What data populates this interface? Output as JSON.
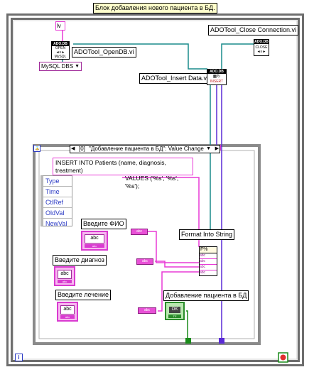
{
  "title": "Блок добавления нового пациента в БД.",
  "nodes": {
    "string_const": "lv",
    "open_label": "ADOTool_OpenDB.vi",
    "close_label": "ADOTool_Close Connection.vi",
    "insert_label": "ADOTool_Insert Data.vi",
    "format_label": "Format Into String"
  },
  "icons": {
    "ado_header": "ADO.DB",
    "open_text": "OPEN",
    "mysql_text": "MySQL",
    "close_text": "CLOSE",
    "insert_text": "INSERT",
    "ok_text": "OK",
    "tf_text": "TF",
    "abc_text": "abc",
    "str_tag": "abc",
    "local_tag": "abc"
  },
  "ring": {
    "selected": "MySQL DBS",
    "arrow": "▼"
  },
  "event_structure": {
    "case_index": "[0]",
    "case_label": "\"Добавление пациента в БД\": Value Change",
    "left_arrow": "◀",
    "right_arrow": "▶",
    "hourglass": "⌛"
  },
  "sql": {
    "line1": "INSERT INTO Patients (name, diagnosis, treatment)",
    "line2": "VALUES ('%s', '%s', '%s');"
  },
  "event_data": [
    "Type",
    "Time",
    "CtlRef",
    "OldVal",
    "NewVal"
  ],
  "controls": {
    "fio": "Введите ФИО",
    "diagnosis": "Введите диагноз",
    "treatment": "Введите лечение",
    "add_button": "Добавление пациента в БД"
  },
  "format_node": {
    "header": "F%",
    "rows": [
      "abc",
      "abc",
      "abc",
      "abc"
    ]
  },
  "misc": {
    "info_icon": "i"
  },
  "colors": {
    "string_wire": "#e83ad6",
    "ado_wire": "#1a8c8c",
    "bool_wire": "#1a8c1a",
    "error_wire": "#3a3ad6",
    "loop_stop": "#e03030"
  }
}
